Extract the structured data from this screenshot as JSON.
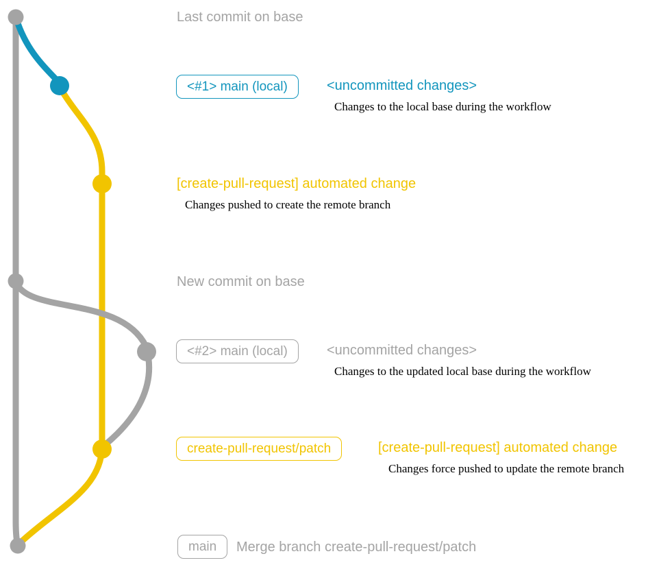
{
  "colors": {
    "base": "#a4a4a4",
    "main_local": "#1295bd",
    "patch": "#f1c400",
    "note_text": "#000000"
  },
  "annotations": {
    "last_commit": {
      "label": "Last commit on base"
    },
    "main_local_1": {
      "branch_label": "<#1> main (local)",
      "message": "<uncommitted changes>",
      "note": "Changes to the local base during the workflow"
    },
    "automated_change_1": {
      "message": "[create-pull-request] automated change",
      "note": "Changes pushed to create the remote branch"
    },
    "new_commit": {
      "label": "New commit on base"
    },
    "main_local_2": {
      "branch_label": "<#2> main (local)",
      "message": "<uncommitted changes>",
      "note": "Changes to the updated local base during the workflow"
    },
    "automated_change_2": {
      "branch_label": "create-pull-request/patch",
      "message": "[create-pull-request] automated change",
      "note": "Changes force pushed to update the remote branch"
    },
    "merge_commit": {
      "branch_label": "main",
      "message": "Merge branch create-pull-request/patch"
    }
  }
}
